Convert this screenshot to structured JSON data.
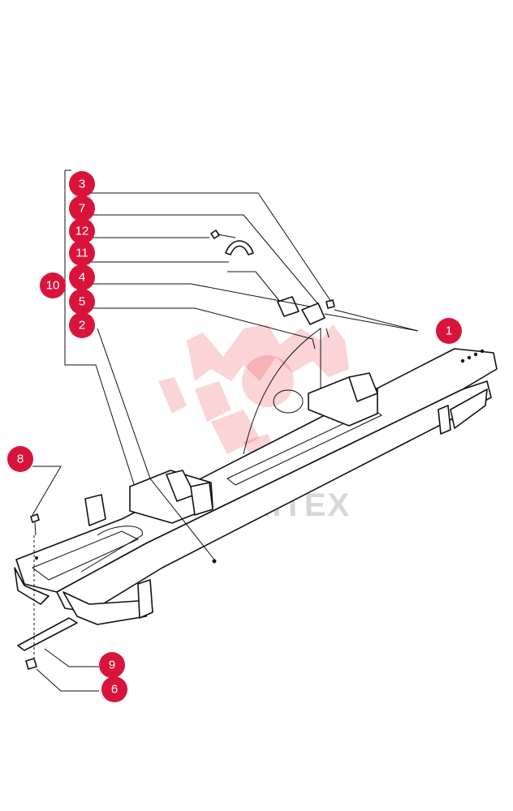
{
  "watermark": {
    "text": "MITEX",
    "color": "#e63946"
  },
  "callouts": [
    {
      "id": "c3",
      "label": "3"
    },
    {
      "id": "c7",
      "label": "7"
    },
    {
      "id": "c12",
      "label": "12"
    },
    {
      "id": "c11",
      "label": "11"
    },
    {
      "id": "c10",
      "label": "10"
    },
    {
      "id": "c4",
      "label": "4"
    },
    {
      "id": "c5",
      "label": "5"
    },
    {
      "id": "c2",
      "label": "2"
    },
    {
      "id": "c1",
      "label": "1"
    },
    {
      "id": "c8",
      "label": "8"
    },
    {
      "id": "c9",
      "label": "9"
    },
    {
      "id": "c6",
      "label": "6"
    }
  ],
  "colors": {
    "callout": "#d9143a",
    "line": "#111111"
  }
}
